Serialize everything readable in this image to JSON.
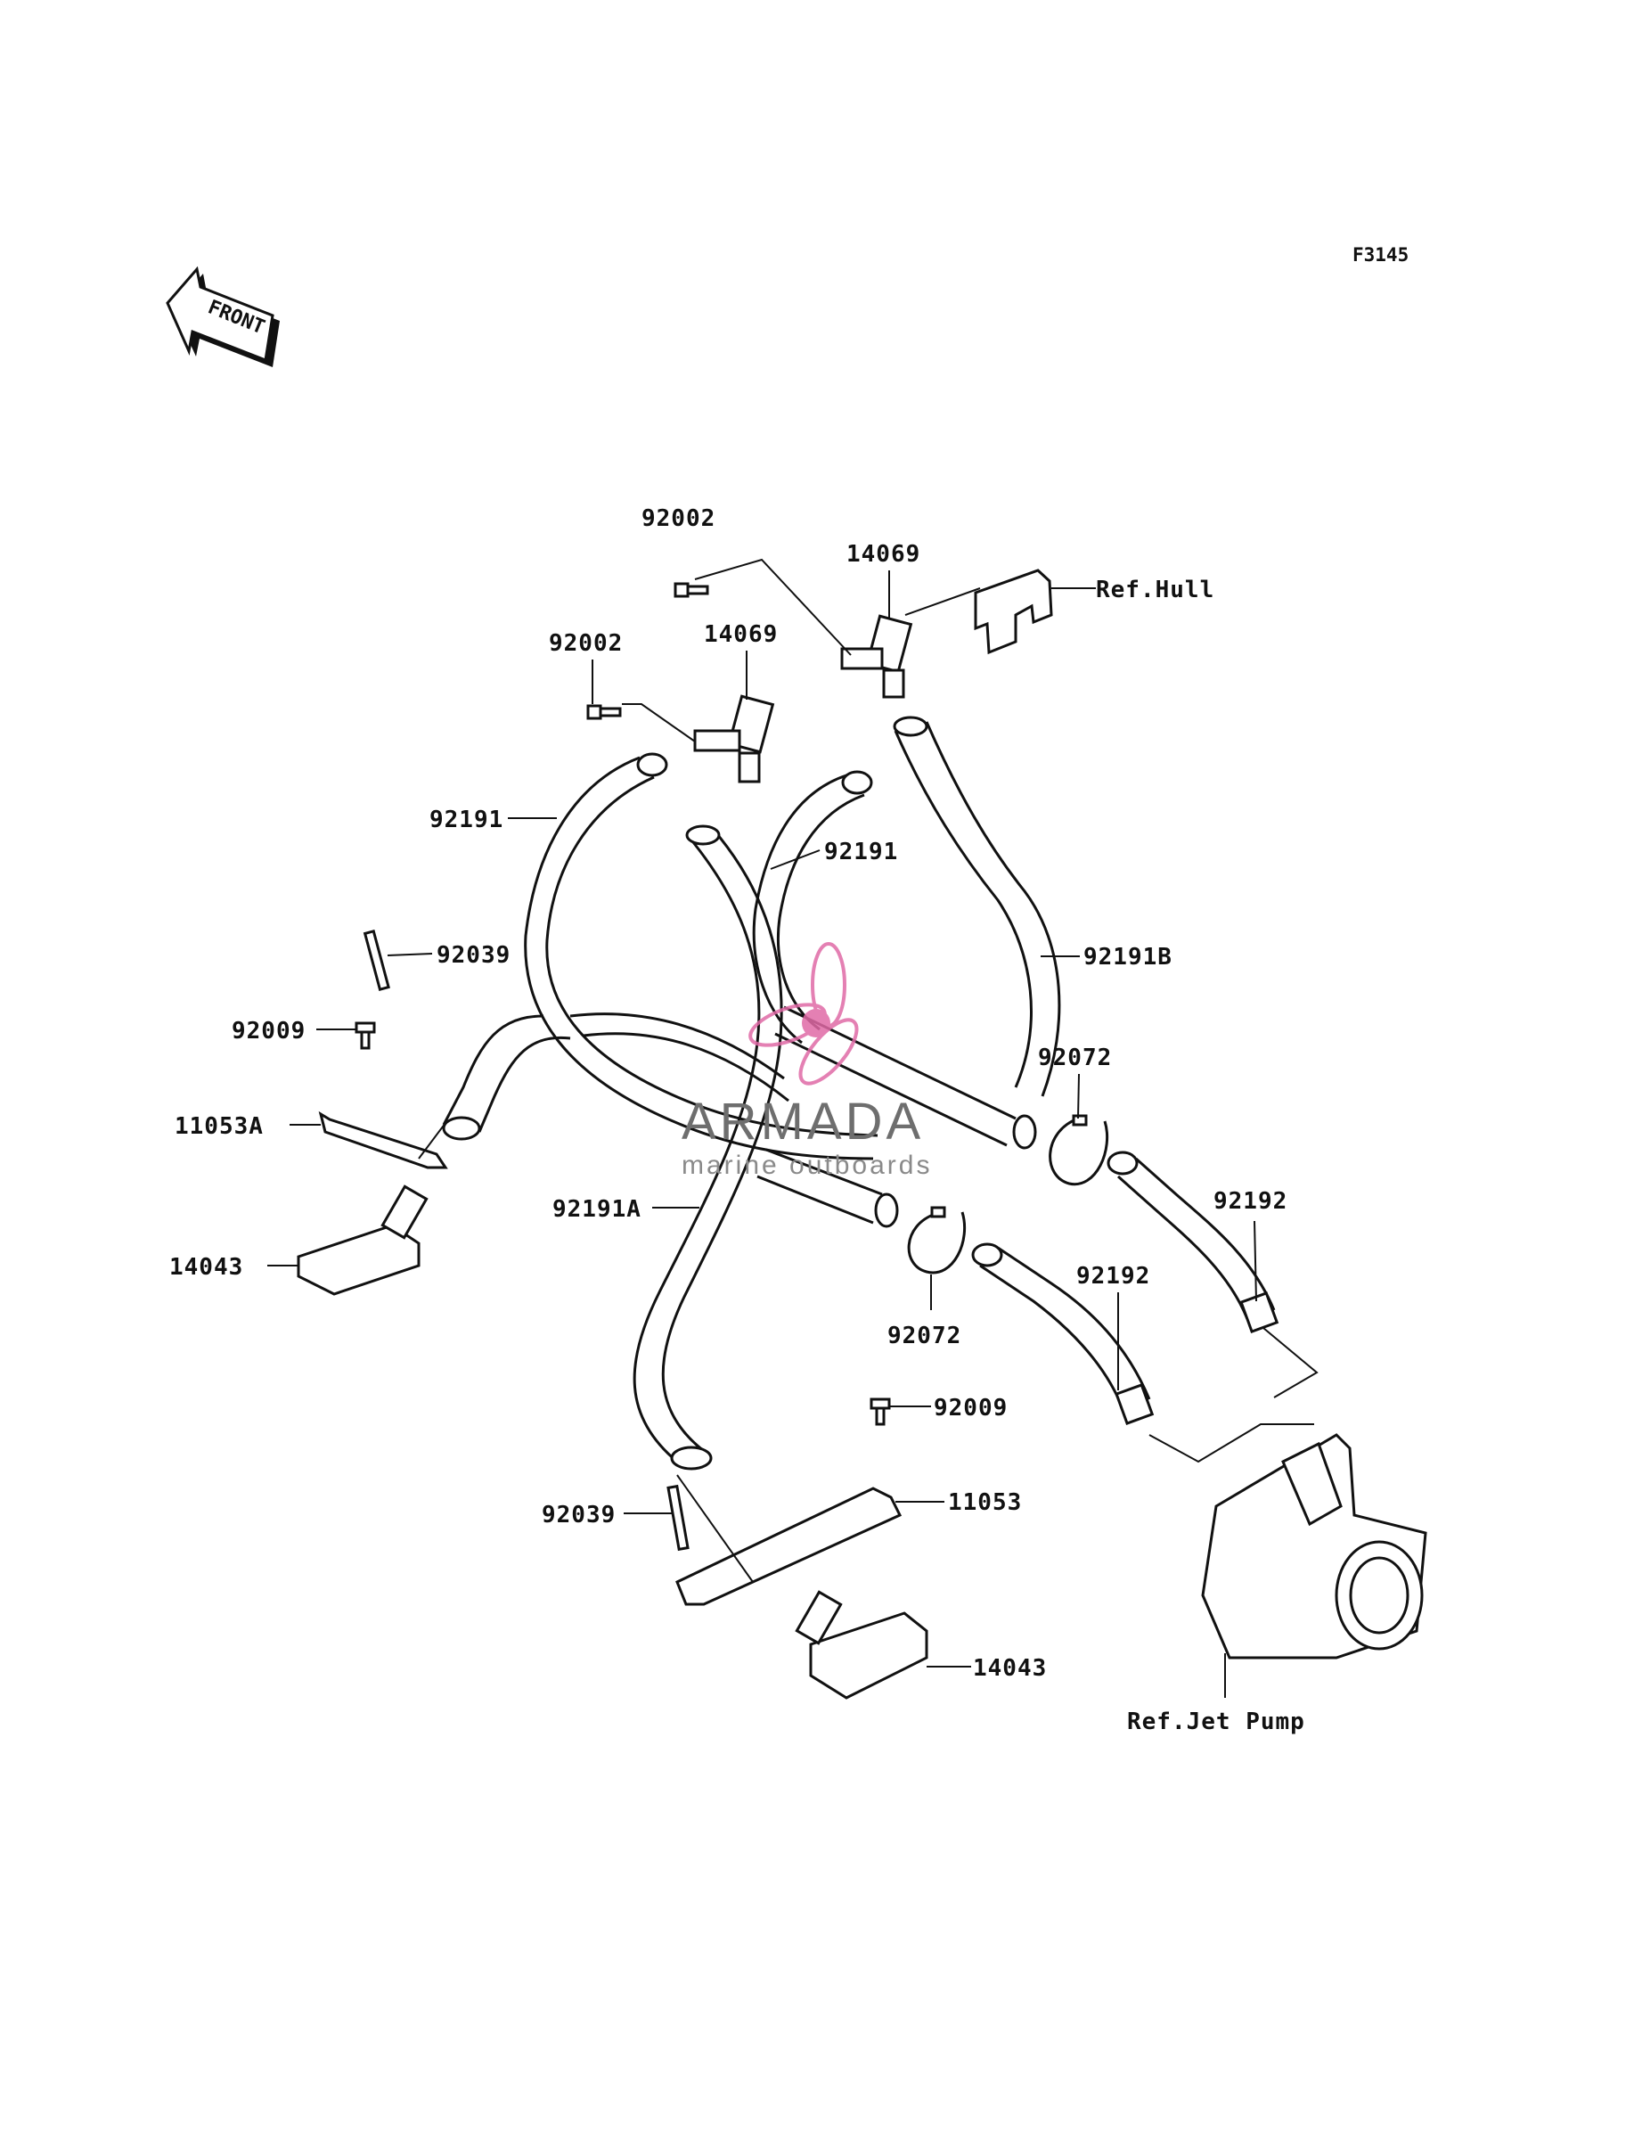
{
  "diagram_code": "F3145",
  "front_indicator": "FRONT",
  "callouts": {
    "bolt_92002_upper": "92002",
    "joint_14069_upper": "14069",
    "ref_hull": "Ref.Hull",
    "bolt_92002_lower": "92002",
    "joint_14069_lower": "14069",
    "hose_92191_left": "92191",
    "hose_92191_center": "92191",
    "hose_92191b": "92191B",
    "band_92039_left": "92039",
    "bolt_92009_left": "92009",
    "bracket_11053a": "11053A",
    "filter_14043_left": "14043",
    "clamp_92072_right": "92072",
    "hose_92191a": "92191A",
    "hose_92192_right": "92192",
    "hose_92192_center": "92192",
    "clamp_92072_center": "92072",
    "bolt_92009_right": "92009",
    "band_92039_right": "92039",
    "bracket_11053": "11053",
    "filter_14043_right": "14043",
    "ref_jet_pump": "Ref.Jet Pump"
  },
  "watermark": {
    "title": "ARMADA",
    "subtitle": "marine outboards",
    "accent_color": "#e06aa6"
  }
}
